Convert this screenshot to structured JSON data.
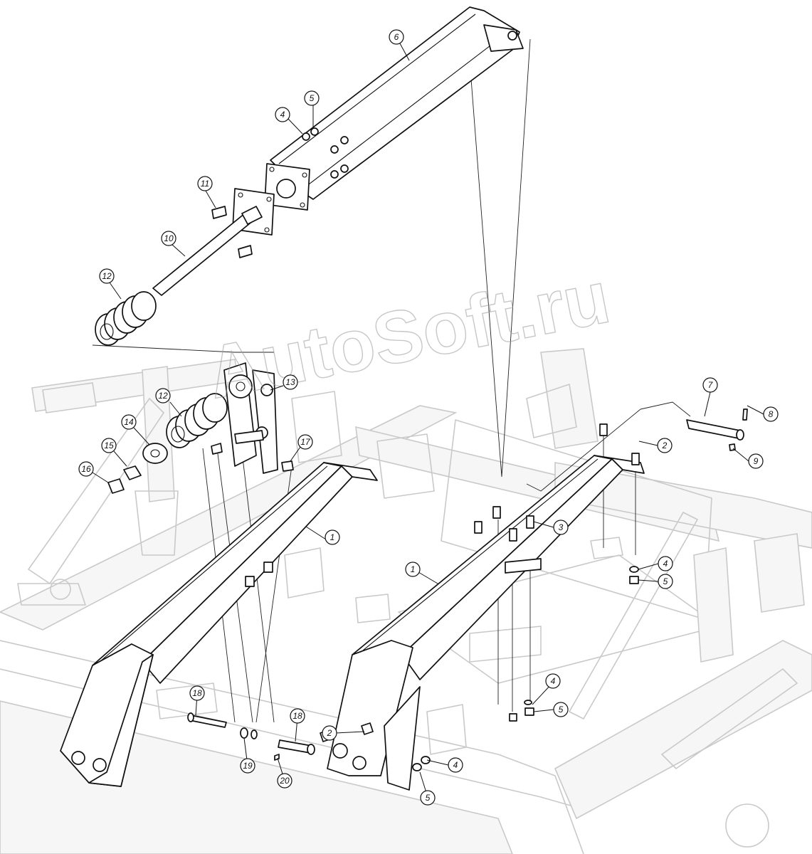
{
  "watermark": "AutoSoft.ru",
  "callouts": [
    {
      "label": "6"
    },
    {
      "label": "5"
    },
    {
      "label": "4"
    },
    {
      "label": "11"
    },
    {
      "label": "10"
    },
    {
      "label": "12"
    },
    {
      "label": "13"
    },
    {
      "label": "12"
    },
    {
      "label": "14"
    },
    {
      "label": "15"
    },
    {
      "label": "16"
    },
    {
      "label": "17"
    },
    {
      "label": "1"
    },
    {
      "label": "1"
    },
    {
      "label": "7"
    },
    {
      "label": "8"
    },
    {
      "label": "9"
    },
    {
      "label": "2"
    },
    {
      "label": "3"
    },
    {
      "label": "4"
    },
    {
      "label": "5"
    },
    {
      "label": "4"
    },
    {
      "label": "5"
    },
    {
      "label": "4"
    },
    {
      "label": "5"
    },
    {
      "label": "2"
    },
    {
      "label": "18"
    },
    {
      "label": "18"
    },
    {
      "label": "19"
    },
    {
      "label": "20"
    }
  ]
}
